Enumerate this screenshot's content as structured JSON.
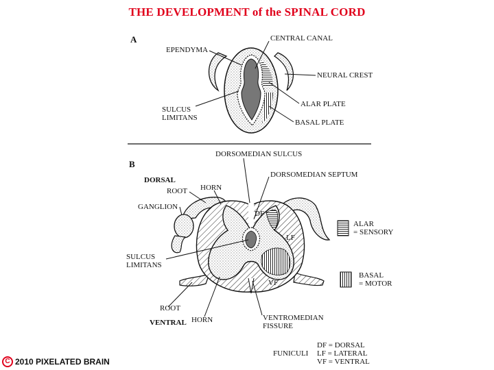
{
  "title": "THE DEVELOPMENT of the SPINAL CORD",
  "panel_a": {
    "letter": "A",
    "labels": {
      "central_canal": "CENTRAL CANAL",
      "ependyma": "EPENDYMA",
      "neural_crest": "NEURAL CREST",
      "alar_plate": "ALAR PLATE",
      "sulcus_limitans_1": "SULCUS",
      "sulcus_limitans_2": "LIMITANS",
      "basal_plate": "BASAL PLATE"
    }
  },
  "panel_b": {
    "letter": "B",
    "labels": {
      "dorsomedian_sulcus": "DORSOMEDIAN SULCUS",
      "dorsomedian_septum": "DORSOMEDIAN SEPTUM",
      "dorsal": "DORSAL",
      "root_dorsal": "ROOT",
      "horn_dorsal": "HORN",
      "ganglion": "GANGLION",
      "df": "DF",
      "lf": "LF",
      "vf": "VF",
      "sulcus_limitans_1": "SULCUS",
      "sulcus_limitans_2": "LIMITANS",
      "root_ventral": "ROOT",
      "ventral": "VENTRAL",
      "horn_ventral": "HORN",
      "ventromedian_1": "VENTROMEDIAN",
      "ventromedian_2": "FISSURE"
    },
    "legend": {
      "alar_1": "ALAR",
      "alar_2": "= SENSORY",
      "basal_1": "BASAL",
      "basal_2": "= MOTOR"
    },
    "funiculi": {
      "heading": "FUNICULI",
      "df": "DF = DORSAL",
      "lf": "LF = LATERAL",
      "vf": "VF = VENTRAL"
    }
  },
  "footer": {
    "copyright_symbol": "C",
    "text": "2010  PIXELATED BRAIN"
  },
  "colors": {
    "title": "#e0001b",
    "copyright": "#e0001b",
    "canal_fill": "#777777"
  }
}
